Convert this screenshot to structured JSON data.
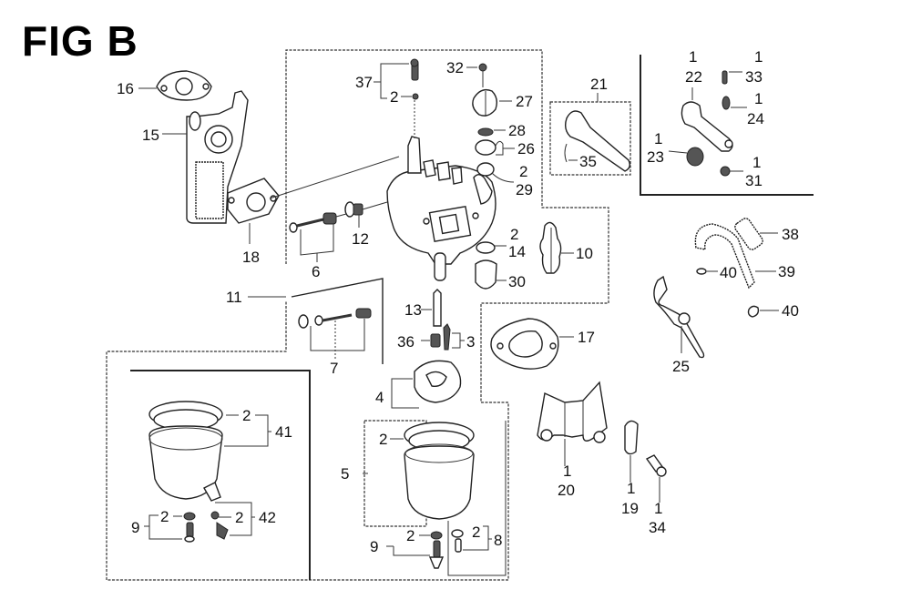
{
  "figure": {
    "title": "FIG B",
    "description": "Carburetor exploded parts diagram"
  },
  "callouts": {
    "c16": "16",
    "c15": "15",
    "c18": "18",
    "c11": "11",
    "c37": "37",
    "c37_2": "2",
    "c32": "32",
    "c27": "27",
    "c28": "28",
    "c26": "26",
    "c29_qty": "2",
    "c29": "29",
    "c12": "12",
    "c6": "6",
    "c14_qty": "2",
    "c14": "14",
    "c10": "10",
    "c30": "30",
    "c21": "21",
    "c35": "35",
    "c22_qty": "1",
    "c22": "22",
    "c33_qty": "1",
    "c33": "33",
    "c24_qty": "1",
    "c24": "24",
    "c23_qty": "1",
    "c23": "23",
    "c31_qty": "1",
    "c31": "31",
    "c38": "38",
    "c39": "39",
    "c40a": "40",
    "c40b": "40",
    "c25": "25",
    "c13": "13",
    "c36": "36",
    "c3": "3",
    "c7": "7",
    "c17": "17",
    "c4": "4",
    "c41_qty": "2",
    "c41": "41",
    "c42_qty": "2",
    "c42": "42",
    "c9a_qty": "2",
    "c9a": "9",
    "c5_qty": "2",
    "c5": "5",
    "c9b_qty": "2",
    "c9b": "9",
    "c8_qty": "2",
    "c8": "8",
    "c20_qty": "1",
    "c20": "20",
    "c19_qty": "1",
    "c19": "19",
    "c34_qty": "1",
    "c34": "34"
  }
}
